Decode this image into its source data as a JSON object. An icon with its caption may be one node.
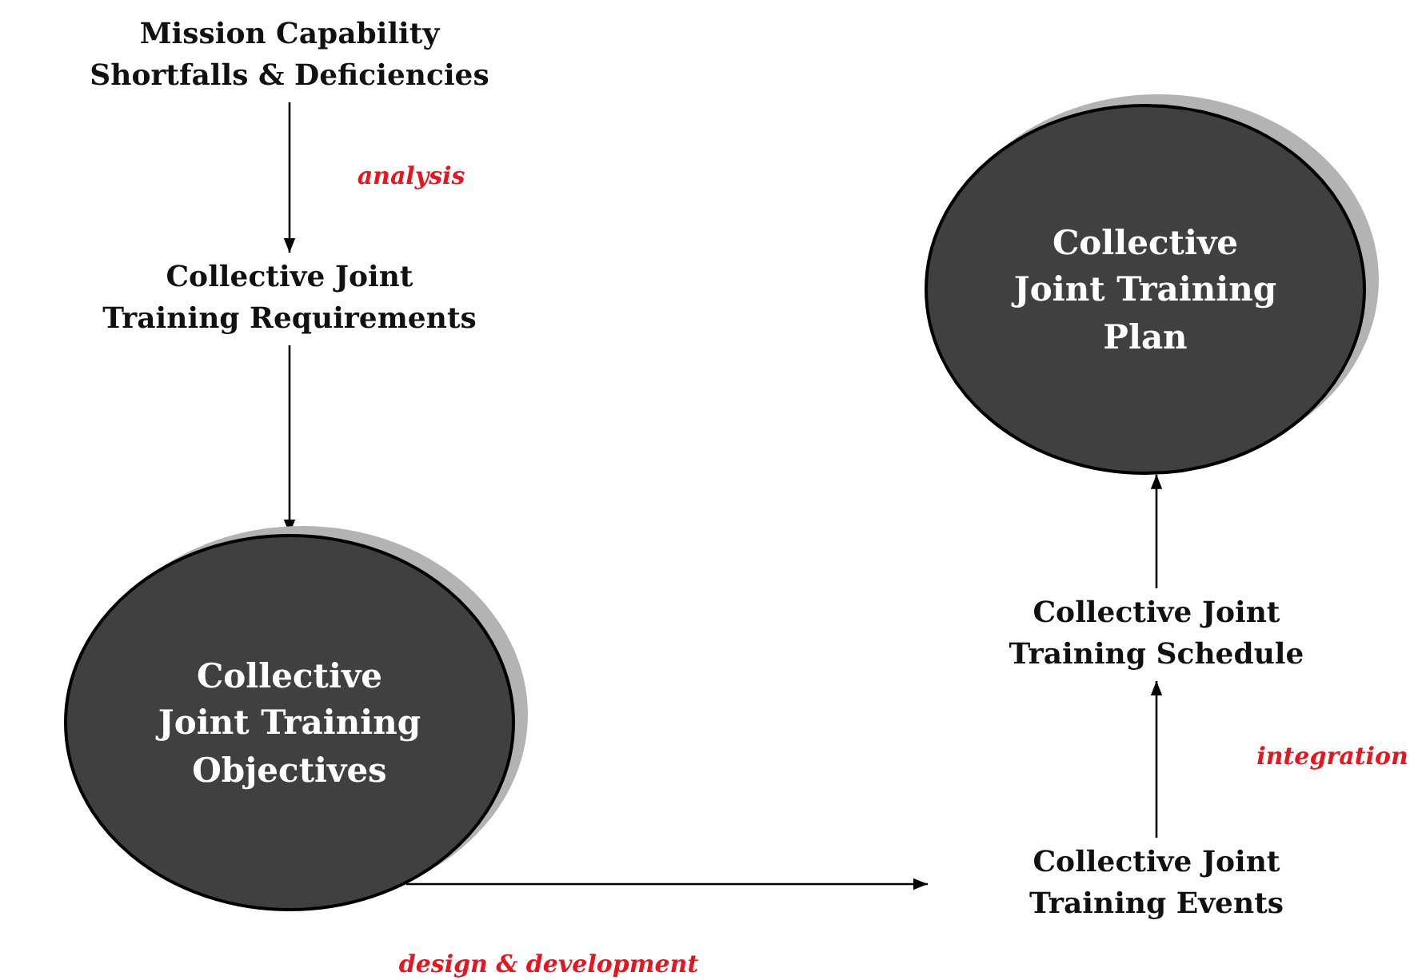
{
  "diagram": {
    "nodes": [
      {
        "text": [
          "Mission Capability Shortfalls & Deficiencies"
        ]
      },
      {
        "text": [
          "Collective Joint Training Requirements"
        ]
      },
      {
        "text": [
          "Collective Joint Training Objectives"
        ]
      },
      {
        "text": [
          "Collective Joint Training Events"
        ]
      },
      {
        "text": [
          "Collective Joint Training Schedule"
        ]
      },
      {
        "text": [
          "Collective Joint Training Plan"
        ]
      }
    ],
    "edges": [
      {
        "from": 0,
        "to": 1,
        "arrow": "to",
        "label": "analysis"
      },
      {
        "from": 1,
        "to": 2,
        "arrow": "to"
      },
      {
        "from": 2,
        "to": 3,
        "arrow": "to",
        "label": "design & development"
      },
      {
        "from": 3,
        "to": 4,
        "arrow": "to",
        "label": "integration"
      },
      {
        "from": 4,
        "to": 5,
        "arrow": "to"
      }
    ]
  }
}
